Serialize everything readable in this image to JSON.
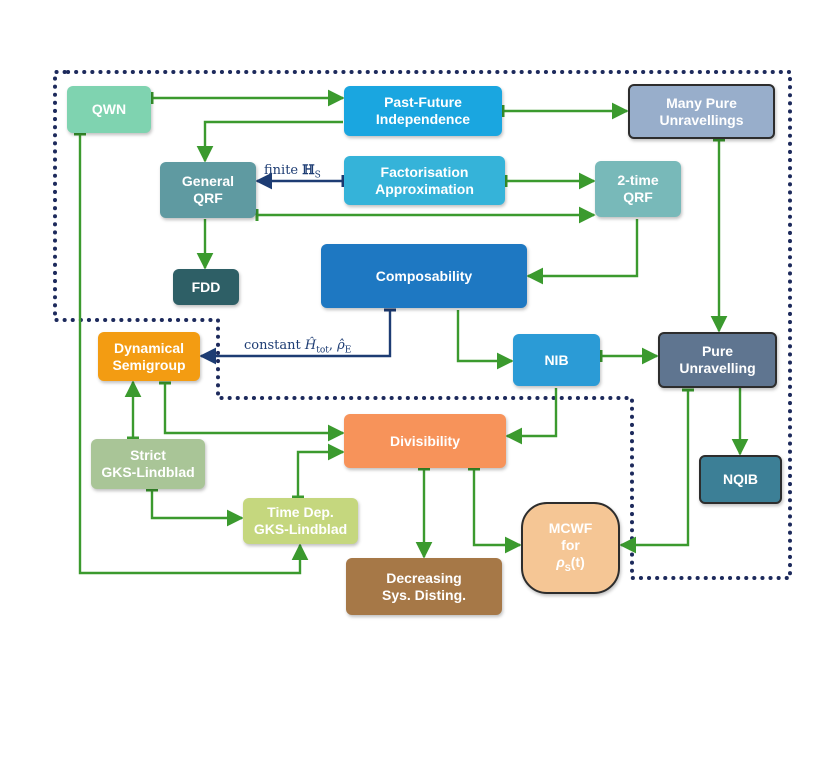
{
  "nodes": {
    "qwn": "QWN",
    "past_future": "Past-Future\nIndependence",
    "many_pure": "Many Pure\nUnravellings",
    "general_qrf": "General\nQRF",
    "factorisation": "Factorisation\nApproximation",
    "two_time_qrf": "2-time\nQRF",
    "fdd": "FDD",
    "composability": "Composability",
    "dynamical_semigroup": "Dynamical\nSemigroup",
    "nib": "NIB",
    "pure_unravelling": "Pure\nUnravelling",
    "strict_gks": "Strict\nGKS-Lindblad",
    "divisibility": "Divisibility",
    "nqib": "NQIB",
    "time_dep_gks": "Time Dep.\nGKS-Lindblad",
    "mcwf_line1": "MCWF",
    "mcwf_line2": "for",
    "mcwf_rho": "ρ",
    "mcwf_rho_sub": "S",
    "mcwf_rho_arg": "(t)",
    "decreasing": "Decreasing\nSys. Disting."
  },
  "edge_labels": {
    "finite_word": "finite",
    "finite_symbol": "ℍ",
    "finite_sub": "S",
    "constant_word": "constant",
    "constant_h": "Ĥ",
    "constant_h_sub": "tot",
    "constant_rho": "ρ̂",
    "constant_rho_sub": "E"
  },
  "colors": {
    "arrow_green": "#3b9a2e",
    "arrow_blue": "#1d3c73",
    "dotted_border": "#1d2a5c",
    "qwn": "#7fd3b0",
    "past_future": "#1aa6e0",
    "many_pure": "#98aecb",
    "general_qrf": "#5f9aa1",
    "factorisation": "#35b3d9",
    "two_time_qrf": "#78b9b9",
    "fdd": "#2e5f66",
    "composability": "#1e78c2",
    "dynamical_semigroup": "#f39c12",
    "nib": "#2b9bd6",
    "pure_unravelling": "#5f7590",
    "strict_gks": "#a9c597",
    "divisibility": "#f7935a",
    "nqib": "#3c7f96",
    "time_dep_gks": "#c5d77e",
    "mcwf": "#f5c695",
    "decreasing": "#a67847"
  }
}
